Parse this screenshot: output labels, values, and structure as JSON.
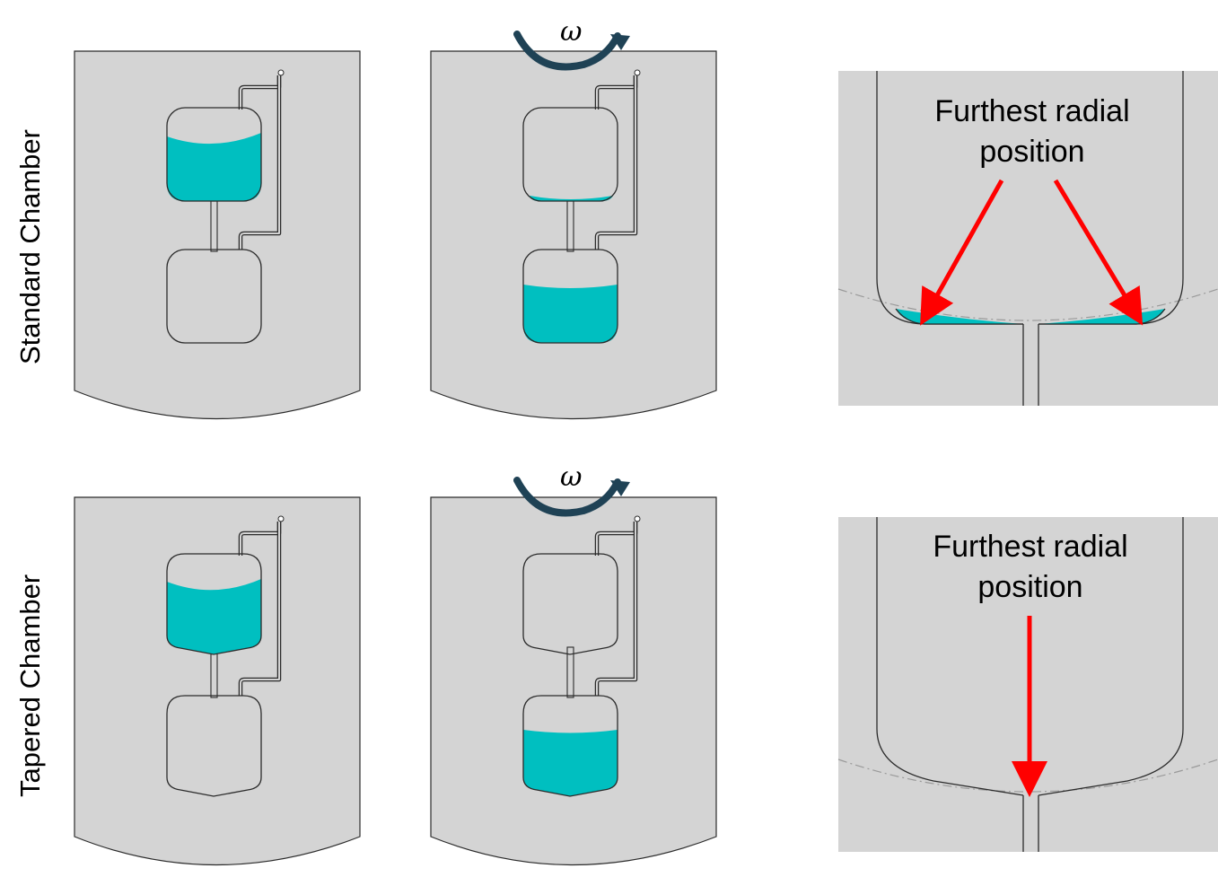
{
  "rows": [
    {
      "label": "Standard Chamber",
      "type": "standard"
    },
    {
      "label": "Tapered Chamber",
      "type": "tapered"
    }
  ],
  "rotation_symbol": "ω",
  "callouts": {
    "standard": {
      "line1": "Furthest radial",
      "line2": "position"
    },
    "tapered": {
      "line1": "Furthest radial",
      "line2": "position"
    }
  },
  "colors": {
    "disc": "#d4d4d4",
    "fluid": "#00bfc0",
    "outline": "#2b2b2b",
    "arrow": "#ff0000",
    "rotation_arrow": "#1f4255",
    "radius_line": "#9a9a9a"
  }
}
